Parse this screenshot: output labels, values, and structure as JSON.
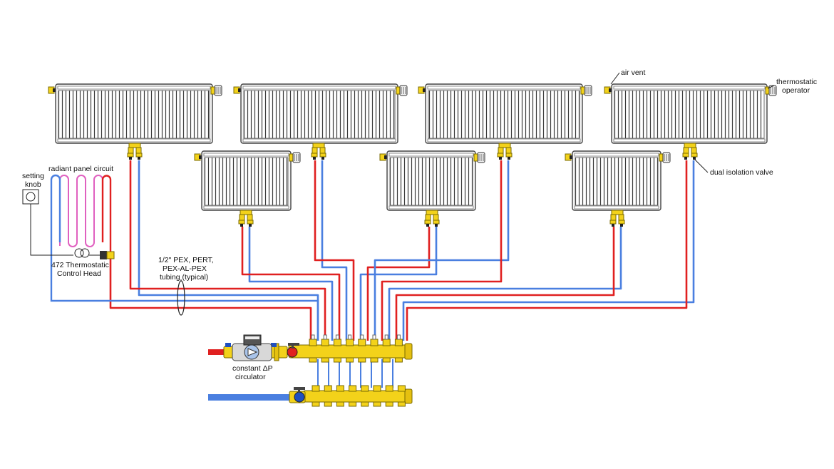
{
  "labels": {
    "air_vent": "air vent",
    "thermostatic_operator_1": "thermostatic",
    "thermostatic_operator_2": "operator",
    "dual_isolation_valve": "dual isolation valve",
    "setting_knob_1": "setting",
    "setting_knob_2": "knob",
    "radiant_panel_circuit": "radiant panel circuit",
    "control_head_1": "472 Thermostatic",
    "control_head_2": "Control Head",
    "tubing_1": "1/2\" PEX, PERT,",
    "tubing_2": "PEX-AL-PEX",
    "tubing_3": "tubing (typical)",
    "circulator_1": "constant ΔP",
    "circulator_2": "circulator"
  },
  "colors": {
    "supply": "#e02020",
    "return": "#4a7fe0",
    "brass": "#f3d21a",
    "panel_outline": "#444444",
    "radiant_pink": "#e060c0",
    "line": "#222222"
  },
  "components": {
    "large_panel_radiators": 4,
    "small_panel_radiators": 3,
    "radiant_panel_circuits": 1,
    "supply_manifold_ports": 8,
    "return_manifold_ports": 8
  }
}
